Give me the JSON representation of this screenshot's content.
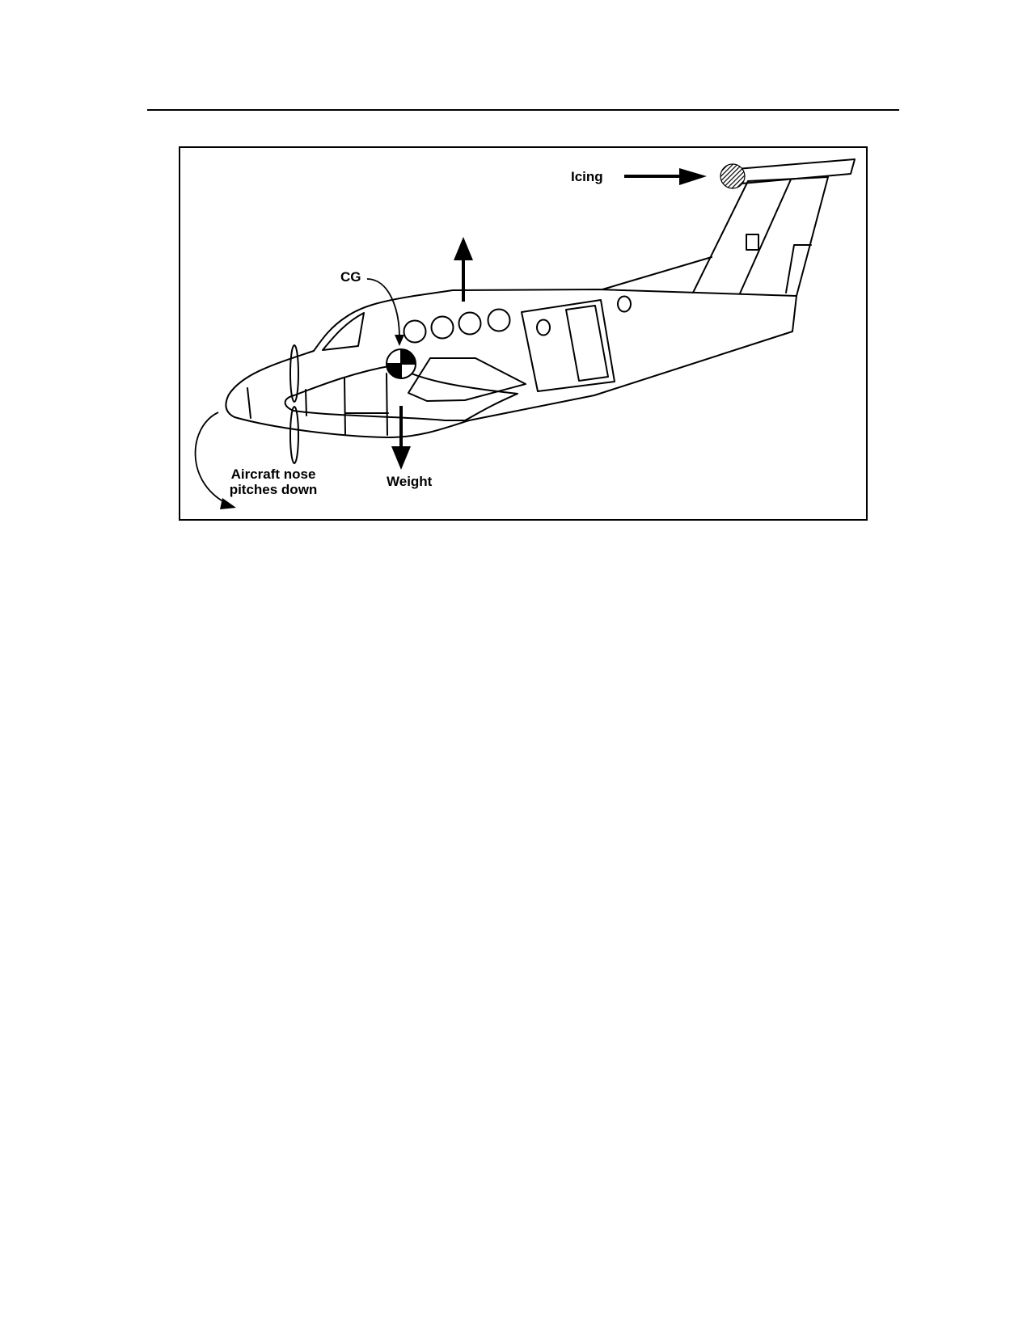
{
  "labels": {
    "icing": "Icing",
    "cg": "CG",
    "weight": "Weight",
    "nose_pitch_line1": "Aircraft nose",
    "nose_pitch_line2": "pitches down"
  },
  "colors": {
    "ink": "#000000",
    "background": "#ffffff"
  },
  "icons": {
    "cg_marker": "center-of-gravity-symbol",
    "ice_accretion": "hatched-circle"
  }
}
